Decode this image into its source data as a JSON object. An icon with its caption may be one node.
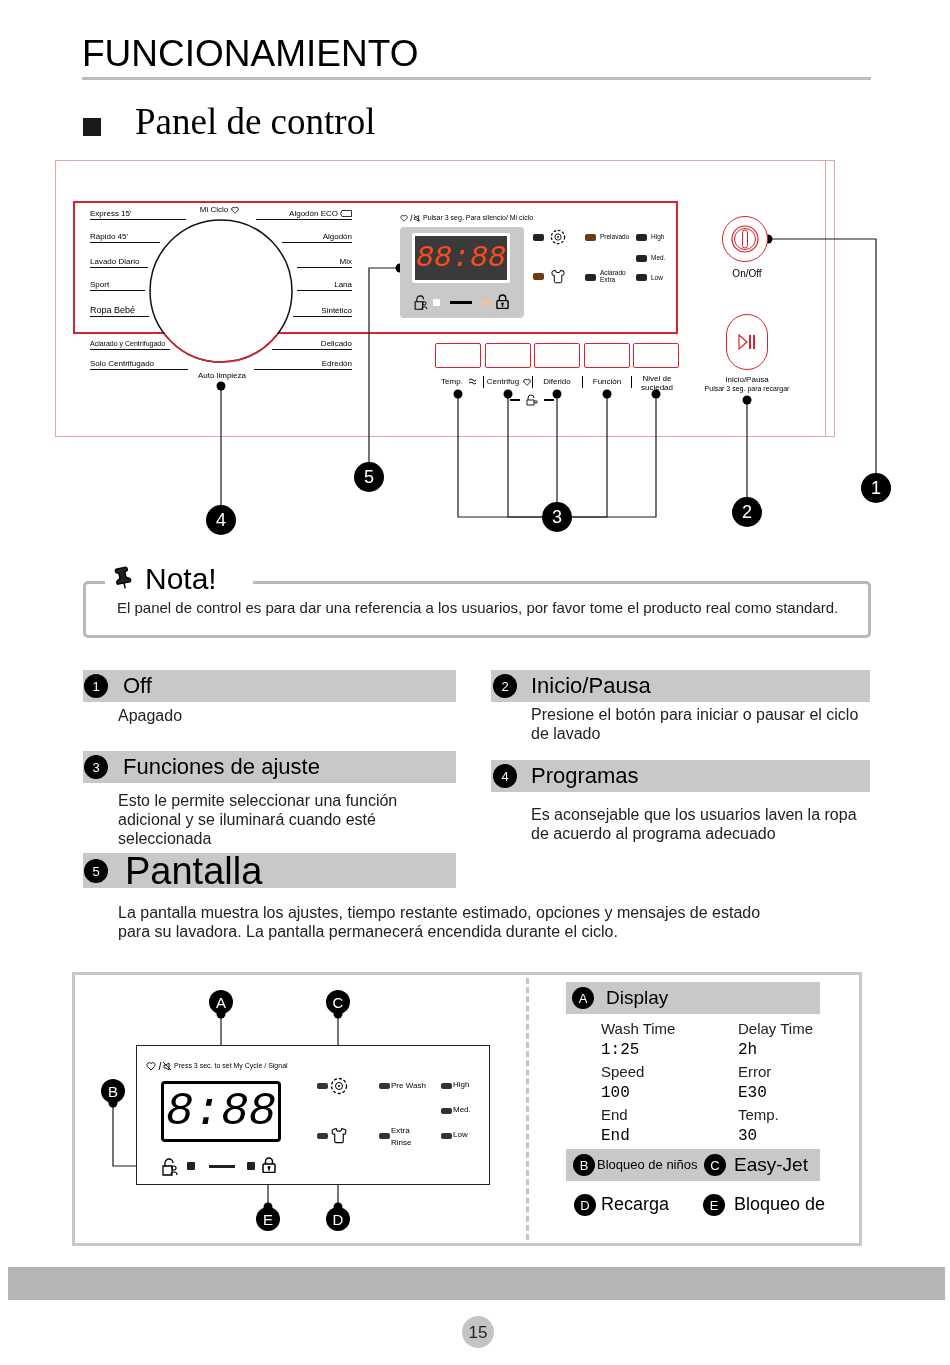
{
  "diagram": {
    "title": "FUNCIONAMIENTO",
    "nodes": [
      {
        "text": [
          "1"
        ]
      },
      {
        "text": [
          "2"
        ]
      },
      {
        "text": [
          "3"
        ]
      },
      {
        "text": [
          "4"
        ]
      },
      {
        "text": [
          "5"
        ]
      },
      {
        "text": [],
        "shape": "circle",
        "beside": [
          "On/Off"
        ]
      },
      {
        "text": [],
        "shape": "box",
        "beside": [
          "Inicio/Pausa",
          "Pulsar 3 seg. para recargar"
        ]
      },
      {
        "text": [],
        "shape": "box",
        "beside": [
          "Temp."
        ]
      },
      {
        "text": [],
        "shape": "box",
        "beside": [
          "Centrifug"
        ]
      },
      {
        "text": [],
        "shape": "box",
        "beside": [
          "Diferido"
        ]
      },
      {
        "text": [],
        "shape": "box",
        "beside": [
          "Función"
        ]
      },
      {
        "text": [],
        "shape": "box",
        "beside": [
          "Nivel de suciedad"
        ]
      },
      {
        "text": [],
        "shape": "circle",
        "beside": [
          "Mi Ciclo",
          "Auto limpieza"
        ]
      },
      {
        "text": [
          "88:88"
        ]
      },
      {
        "text": [
          "Nota!",
          "El panel de control es para dar una referencia a los usuarios, por favor tome el producto real como standard."
        ]
      },
      {
        "text": [
          "Off"
        ]
      },
      {
        "text": [
          "1"
        ],
        "in": 15
      },
      {
        "text": [
          "Inicio/Pausa"
        ]
      },
      {
        "text": [
          "2"
        ],
        "in": 17
      },
      {
        "text": [
          "Funciones de ajuste"
        ]
      },
      {
        "text": [
          "3"
        ],
        "in": 19
      },
      {
        "text": [
          "Programas"
        ]
      },
      {
        "text": [
          "4"
        ],
        "in": 21
      },
      {
        "text": [
          "Pantalla"
        ]
      },
      {
        "text": [
          "5"
        ],
        "in": 23
      },
      {
        "text": [
          "Press 3 sec. to set My Cycle / Signal",
          "Pre Wash",
          "High",
          "Med.",
          "Extra Rinse",
          "Low"
        ]
      },
      {
        "text": [
          "8:88"
        ],
        "in": 25
      },
      {
        "text": [],
        "shape": "icon",
        "in": 25
      },
      {
        "text": [],
        "shape": "icon",
        "in": 25
      },
      {
        "text": [],
        "shape": "icon",
        "in": 25
      },
      {
        "text": [],
        "shape": "icon",
        "in": 25
      },
      {
        "text": [
          "A"
        ]
      },
      {
        "text": [
          "B"
        ]
      },
      {
        "text": [
          "C"
        ]
      },
      {
        "text": [
          "D"
        ]
      },
      {
        "text": [
          "E"
        ]
      },
      {
        "text": [
          "Display"
        ]
      },
      {
        "text": [
          "A"
        ],
        "in": 36
      },
      {
        "text": [
          "Bloqueo de niños",
          "Easy-Jet"
        ]
      },
      {
        "text": [
          "B"
        ],
        "in": 38
      },
      {
        "text": [
          "C"
        ],
        "in": 38
      },
      {
        "text": [
          "D"
        ],
        "beside": [
          "Recarga"
        ]
      },
      {
        "text": [
          "E"
        ],
        "beside": [
          "Bloqueo de"
        ]
      },
      {
        "text": [
          "15"
        ]
      }
    ],
    "edges": [
      {
        "from": 0,
        "to": 5,
        "arrow": "other"
      },
      {
        "from": 1,
        "to": 6,
        "arrow": "other"
      },
      {
        "from": 2,
        "to": 7,
        "arrow": "other"
      },
      {
        "from": 2,
        "to": 8,
        "arrow": "other"
      },
      {
        "from": 2,
        "to": 9,
        "arrow": "other"
      },
      {
        "from": 2,
        "to": 10,
        "arrow": "other"
      },
      {
        "from": 2,
        "to": 11,
        "arrow": "other"
      },
      {
        "from": 3,
        "to": 12,
        "arrow": "other"
      },
      {
        "from": 4,
        "to": 13,
        "arrow": "other"
      },
      {
        "from": 26,
        "to": 31,
        "arrow": "other"
      },
      {
        "from": 27,
        "to": 32,
        "arrow": "other"
      },
      {
        "from": 28,
        "to": 33,
        "arrow": "other"
      },
      {
        "from": 29,
        "to": 34,
        "arrow": "other"
      },
      {
        "from": 30,
        "to": 35,
        "arrow": "other"
      }
    ],
    "labels": [
      "Panel de control",
      "Express 15'",
      "Algodón ECO",
      "Rápido 45'",
      "Algodón",
      "Lavado Diario",
      "Mix",
      "Sport",
      "Lana",
      "Ropa Bebé",
      "Sintético",
      "Aclarado y Centrifugado",
      "Delicado",
      "Solo Centrifugado",
      "Edredón",
      "Pulsar 3 seg. Para silencio/ Mi ciclo",
      "Prelavado",
      "High",
      "Med.",
      "Aclarado Extra",
      "Low",
      "Apagado",
      "Presione el botón para iniciar o pausar el ciclo de lavado",
      "Esto le permite seleccionar una función adicional y se iluminará cuando esté seleccionada",
      "Es aconsejable que los usuarios laven la ropa de acuerdo al programa adecuado",
      "La pantalla muestra los ajustes, tiempo restante estimado, opciones y mensajes de estado para su lavadora. La pantalla permanecerá encendida durante el ciclo.",
      "Wash Time",
      "Delay Time",
      "1:25",
      "2h",
      "Speed",
      "Error",
      "100",
      "E30",
      "End",
      "Temp.",
      "End",
      "30"
    ]
  }
}
